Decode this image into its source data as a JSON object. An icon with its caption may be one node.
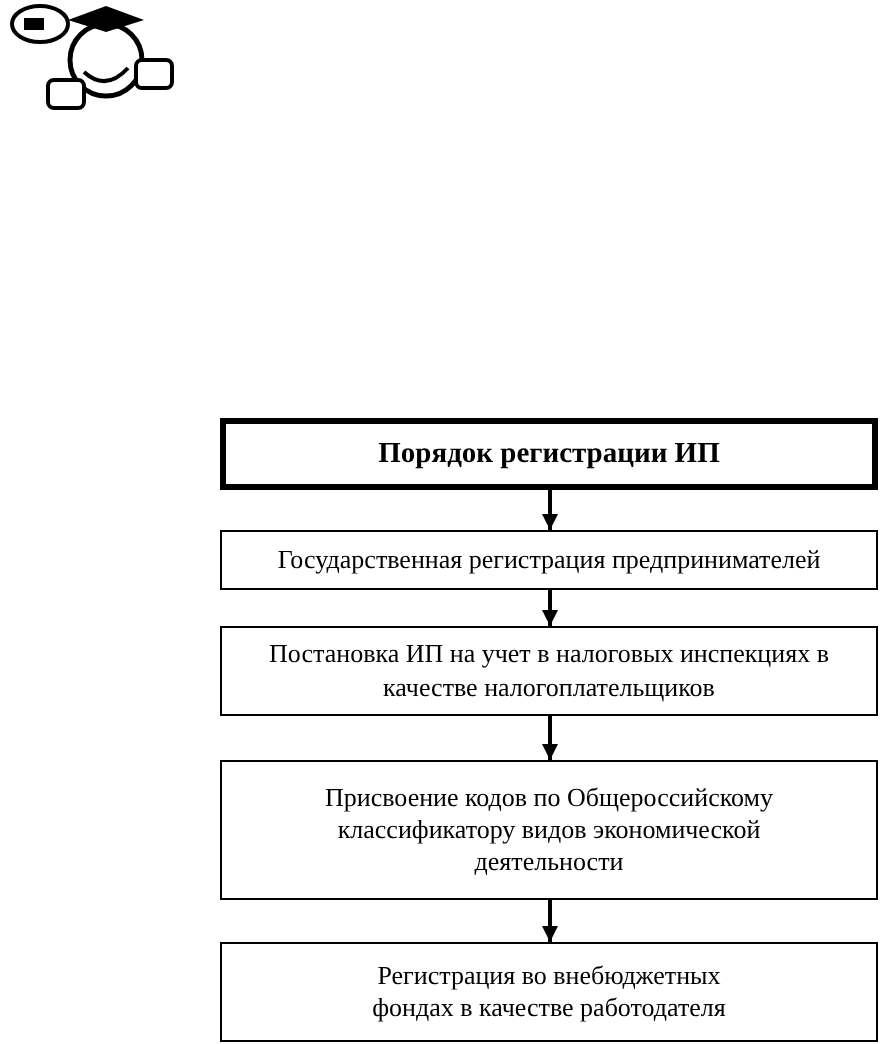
{
  "diagram": {
    "nodes": [
      {
        "text": [
          "Порядок регистрации ИП"
        ]
      },
      {
        "text": [
          "Государственная регистрация предпринимателей"
        ]
      },
      {
        "text": [
          "Постановка ИП на учет в налоговых инспекциях в качестве налогоплательщиков"
        ]
      },
      {
        "text": [
          "Присвоение кодов по Общероссийскому классификатору видов экономической деятельности"
        ]
      },
      {
        "text": [
          "Регистрация во внебюджетных фондах в качестве работодателя"
        ]
      }
    ],
    "edges": [
      {
        "from": 0,
        "to": 1,
        "arrow": "to"
      },
      {
        "from": 1,
        "to": 2,
        "arrow": "to"
      },
      {
        "from": 2,
        "to": 3,
        "arrow": "to"
      },
      {
        "from": 3,
        "to": 4,
        "arrow": "to"
      }
    ]
  }
}
